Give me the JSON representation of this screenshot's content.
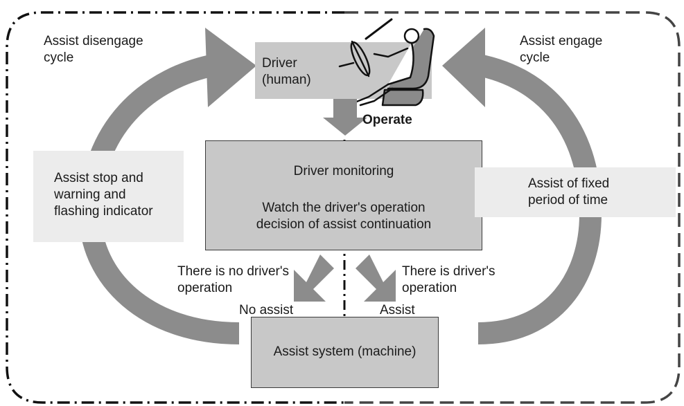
{
  "cycles": {
    "disengage": "Assist disengage\ncycle",
    "engage": "Assist engage\ncycle"
  },
  "driver": {
    "label": "Driver\n(human)"
  },
  "operate_label": "Operate",
  "monitoring": {
    "title": "Driver monitoring",
    "description": "Watch the driver's operation\ndecision of assist continuation"
  },
  "left_box": "Assist stop and\nwarning and\nflashing indicator",
  "right_box": "Assist of  fixed\nperiod of time",
  "branches": {
    "no_operation": "There is no driver's\noperation",
    "operation": "There is driver's\noperation",
    "no_assist": "No assist",
    "assist": "Assist"
  },
  "machine": {
    "label": "Assist system (machine)"
  },
  "colors": {
    "arrow": "#8c8c8c",
    "box": "#c8c8c8",
    "light_box": "#ececec",
    "border": "#3a3a3a"
  }
}
